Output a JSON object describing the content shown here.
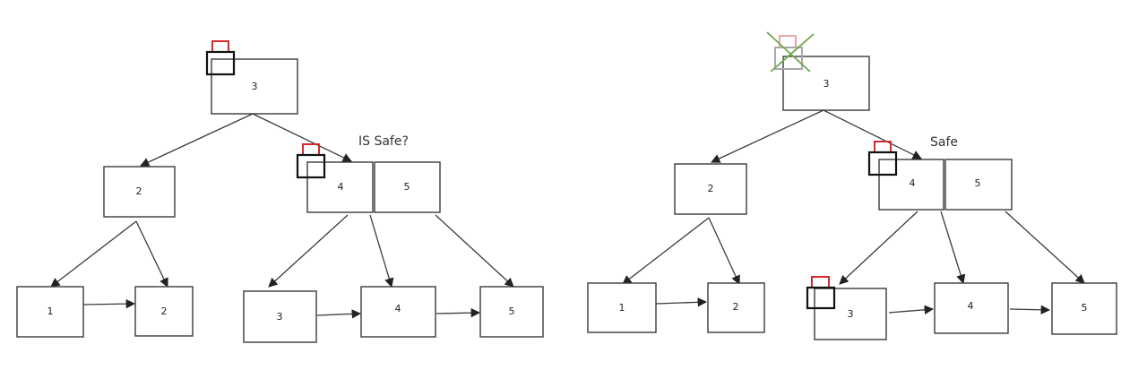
{
  "diagrams": [
    {
      "root_keys": [
        "3"
      ],
      "internal": [
        {
          "keys": [
            "2"
          ]
        },
        {
          "keys": [
            "4",
            "5"
          ]
        }
      ],
      "leaves": [
        {
          "keys": [
            "1"
          ]
        },
        {
          "keys": [
            "2"
          ]
        },
        {
          "keys": [
            "3"
          ]
        },
        {
          "keys": [
            "4"
          ]
        },
        {
          "keys": [
            "5"
          ]
        }
      ],
      "annotation": "IS Safe?"
    },
    {
      "root_keys": [
        "3"
      ],
      "internal": [
        {
          "keys": [
            "2"
          ]
        },
        {
          "keys": [
            "4",
            "5"
          ]
        }
      ],
      "leaves": [
        {
          "keys": [
            "1"
          ]
        },
        {
          "keys": [
            "2"
          ]
        },
        {
          "keys": [
            "3"
          ]
        },
        {
          "keys": [
            "4"
          ]
        },
        {
          "keys": [
            "5"
          ]
        }
      ],
      "annotation": "Safe"
    }
  ],
  "colors": {
    "lock_shackle": "#d42a2a",
    "lock_body": "#111111",
    "cross": "#6fa84a"
  },
  "icons": [
    "lock-icon",
    "released-lock-icon"
  ]
}
